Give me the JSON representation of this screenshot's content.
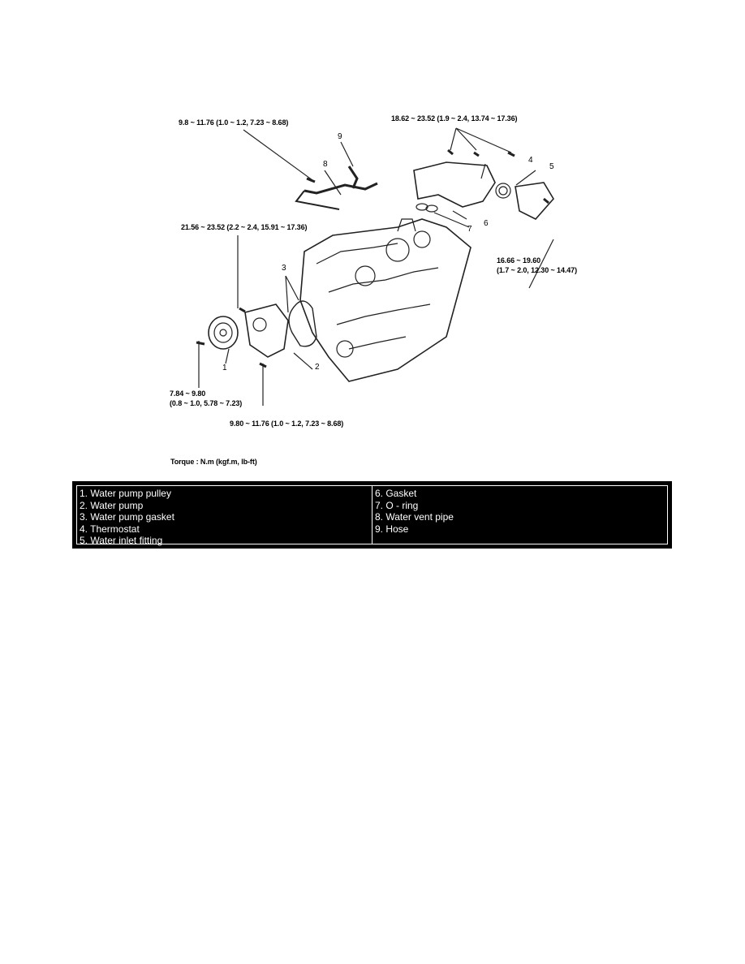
{
  "torques": {
    "vent_pipe_bolt": "9.8 ~ 11.76 (1.0 ~ 1.2, 7.23 ~ 8.68)",
    "thermostat_housing_bolts": "18.62 ~ 23.52 (1.9 ~ 2.4, 13.74 ~ 17.36)",
    "water_pump_bolt": "21.56 ~ 23.52 (2.2 ~ 2.4, 15.91 ~ 17.36)",
    "inlet_fitting_line1": "16.66 ~ 19.60",
    "inlet_fitting_line2": "(1.7 ~ 2.0, 12.30 ~ 14.47)",
    "pulley_bolt_line1": "7.84 ~ 9.80",
    "pulley_bolt_line2": "(0.8 ~ 1.0, 5.78 ~ 7.23)",
    "pump_lower_bolt": "9.80 ~ 11.76 (1.0 ~ 1.2, 7.23 ~ 8.68)"
  },
  "callouts": [
    "1",
    "2",
    "3",
    "4",
    "5",
    "6",
    "7",
    "8",
    "9"
  ],
  "torque_unit_note": "Torque : N.m (kgf.m, lb-ft)",
  "legend": {
    "left": [
      "1. Water pump pulley",
      "2. Water pump",
      "3. Water pump gasket",
      "4. Thermostat",
      "5. Water inlet fitting"
    ],
    "right": [
      "6. Gasket",
      "7. O - ring",
      "8. Water vent pipe",
      "9. Hose"
    ]
  }
}
